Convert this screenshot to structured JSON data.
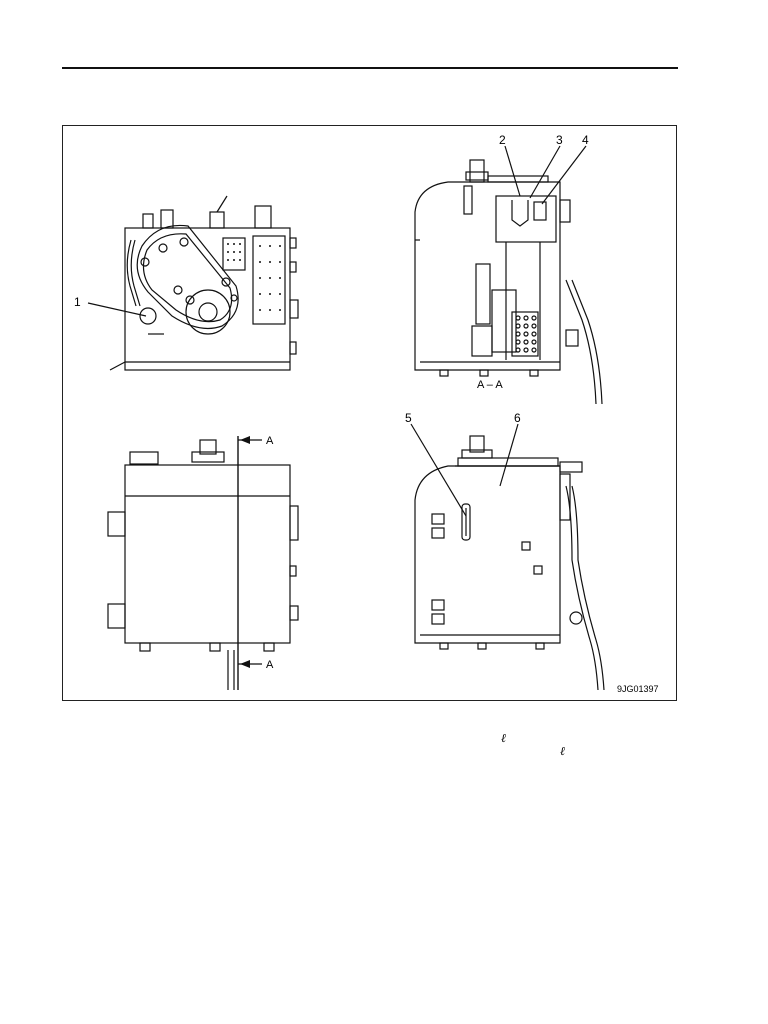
{
  "figure": {
    "callouts": [
      "1",
      "2",
      "3",
      "4",
      "5",
      "6"
    ],
    "section_title": "A – A",
    "section_marker": "A",
    "figure_code": "9JG01397"
  },
  "text_marks": {
    "unit_symbol_1": "ℓ",
    "unit_symbol_2": "ℓ"
  }
}
